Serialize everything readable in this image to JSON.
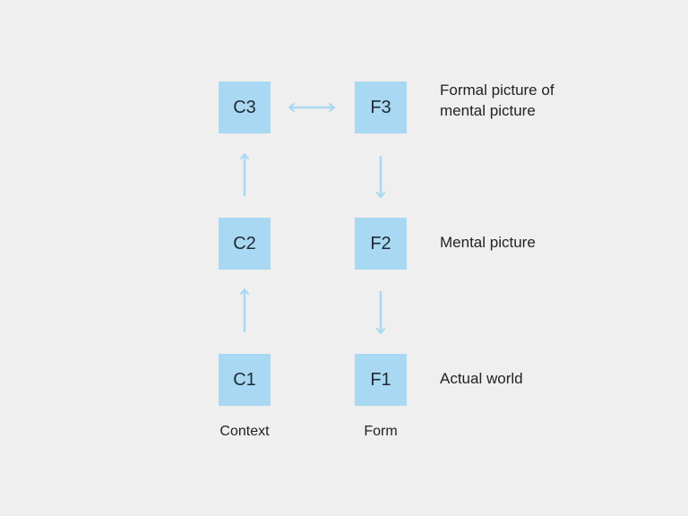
{
  "boxes": {
    "c3": "C3",
    "f3": "F3",
    "c2": "C2",
    "f2": "F2",
    "c1": "C1",
    "f1": "F1"
  },
  "row_labels": {
    "level3_line1": "Formal picture of",
    "level3_line2": "mental picture",
    "level2": "Mental picture",
    "level1": "Actual world"
  },
  "column_labels": {
    "context": "Context",
    "form": "Form"
  },
  "colors": {
    "box_fill": "#a9d8f3",
    "arrow": "#a9d8f3",
    "background": "#efefef"
  }
}
